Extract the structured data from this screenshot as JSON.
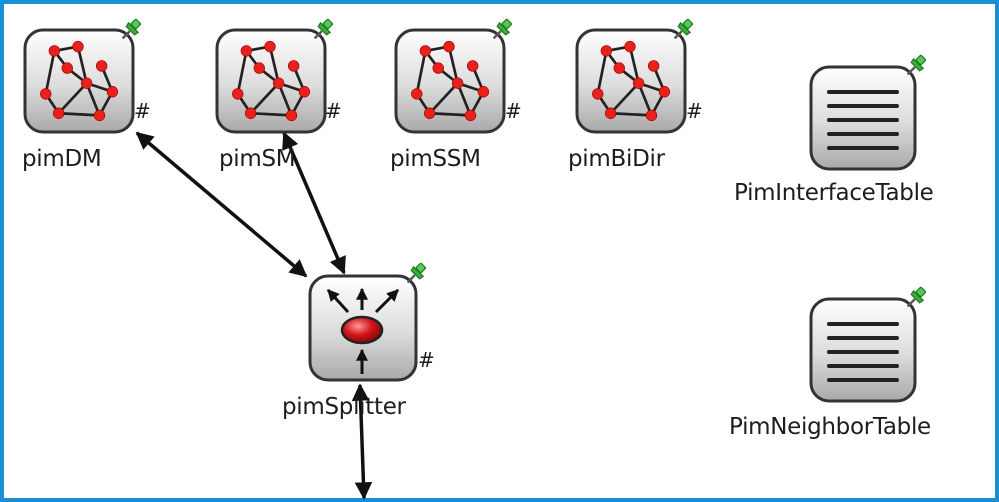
{
  "modules": [
    {
      "id": "pimDM",
      "label": "pimDM",
      "icon": "network-icon",
      "badge": "#"
    },
    {
      "id": "pimSM",
      "label": "pimSM",
      "icon": "network-icon",
      "badge": "#"
    },
    {
      "id": "pimSSM",
      "label": "pimSSM",
      "icon": "network-icon",
      "badge": "#"
    },
    {
      "id": "pimBiDir",
      "label": "pimBiDir",
      "icon": "network-icon",
      "badge": "#"
    },
    {
      "id": "pimSplitter",
      "label": "pimSplitter",
      "icon": "splitter-icon",
      "badge": "#"
    },
    {
      "id": "PimInterfaceTable",
      "label": "PimInterfaceTable",
      "icon": "table-icon"
    },
    {
      "id": "PimNeighborTable",
      "label": "PimNeighborTable",
      "icon": "table-icon"
    }
  ],
  "connections": [
    {
      "from": "pimDM",
      "to": "pimSplitter",
      "bidirectional": true
    },
    {
      "from": "pimSM",
      "to": "pimSplitter",
      "bidirectional": true
    },
    {
      "from": "pimSplitter",
      "to": "external-out",
      "bidirectional": true
    }
  ],
  "colors": {
    "frame": "#1a8fd6",
    "node": "#e8221b",
    "pin": "#3cae3c"
  }
}
